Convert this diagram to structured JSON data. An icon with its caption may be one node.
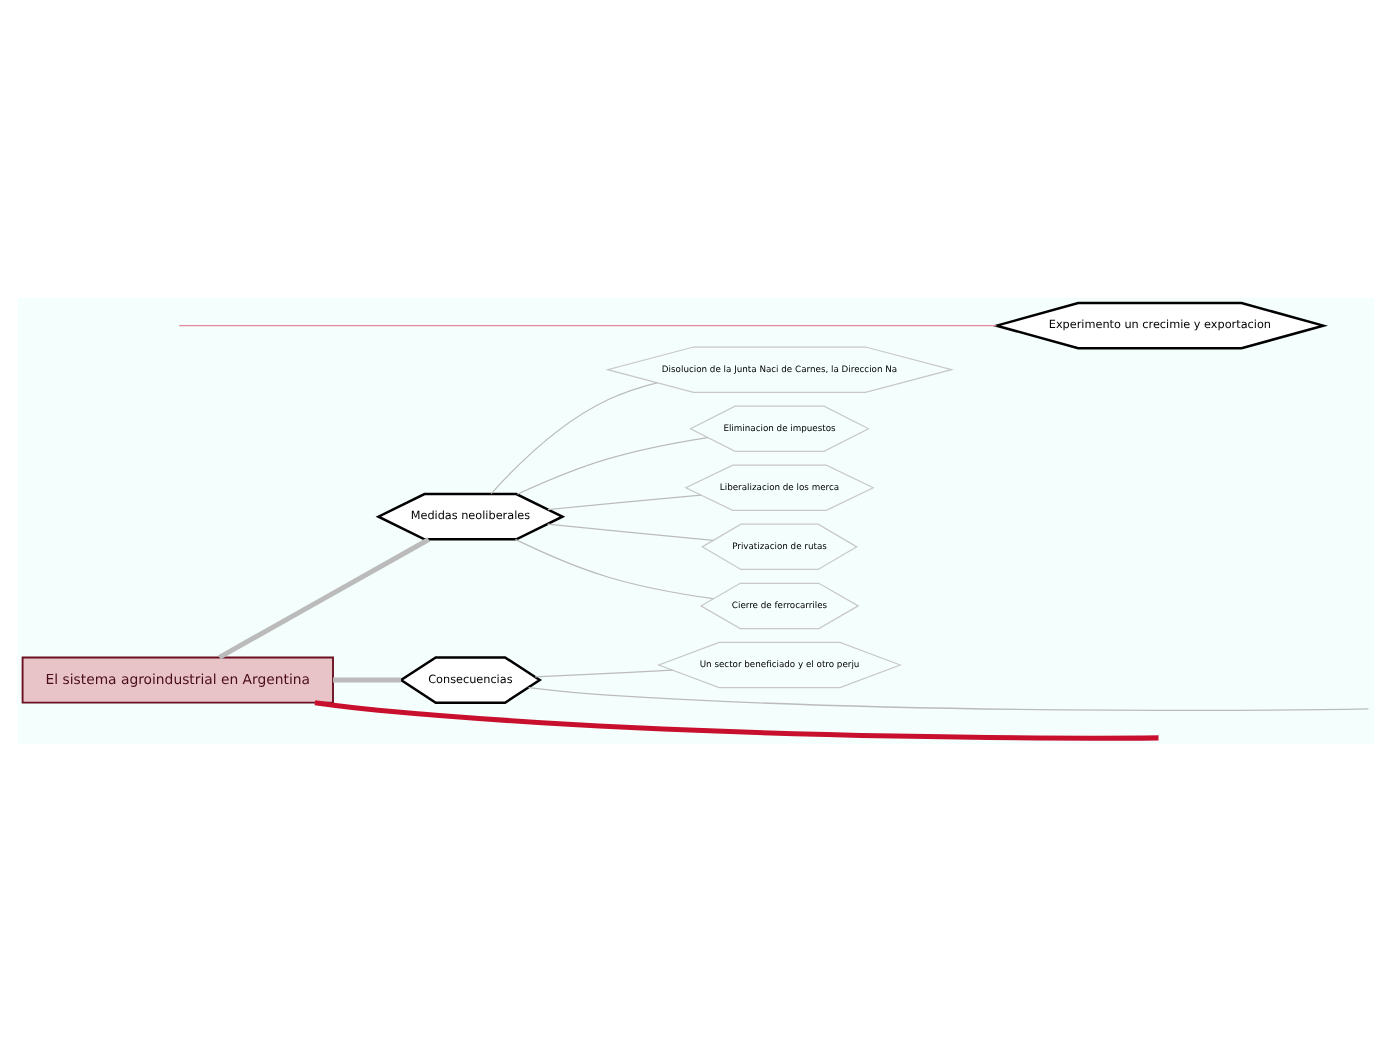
{
  "diagram": {
    "nodes": [
      {
        "text": [
          "El sistema agroindustrial en Argentina"
        ]
      },
      {
        "text": [
          "Experimento un crecimie y exportacion"
        ]
      },
      {
        "text": [
          "Medidas neoliberales"
        ]
      },
      {
        "text": [
          "Disolucion de la Junta Naci de Carnes, la Direccion Na"
        ]
      },
      {
        "text": [
          "Eliminacion de impuestos"
        ]
      },
      {
        "text": [
          "Liberalizacion de los merca"
        ]
      },
      {
        "text": [
          "Privatizacion de rutas"
        ]
      },
      {
        "text": [
          "Cierre de ferrocarriles"
        ]
      },
      {
        "text": [
          "Consecuencias"
        ]
      },
      {
        "text": [
          "Un sector beneficiado y el otro perju"
        ]
      }
    ],
    "edges": [
      {
        "from": 0,
        "to": null,
        "arrow": "none",
        "style": "thick",
        "color": "#c8102e"
      },
      {
        "from": null,
        "to": 1,
        "arrow": "none",
        "color": "#e28a9b"
      },
      {
        "from": 0,
        "to": 2,
        "arrow": "none",
        "style": "thick"
      },
      {
        "from": 2,
        "to": 3,
        "arrow": "none"
      },
      {
        "from": 2,
        "to": 4,
        "arrow": "none"
      },
      {
        "from": 2,
        "to": 5,
        "arrow": "none"
      },
      {
        "from": 2,
        "to": 6,
        "arrow": "none"
      },
      {
        "from": 2,
        "to": 7,
        "arrow": "none"
      },
      {
        "from": 0,
        "to": 8,
        "arrow": "none",
        "style": "thick"
      },
      {
        "from": 8,
        "to": 9,
        "arrow": "none"
      },
      {
        "from": 8,
        "to": null,
        "arrow": "none"
      }
    ]
  }
}
